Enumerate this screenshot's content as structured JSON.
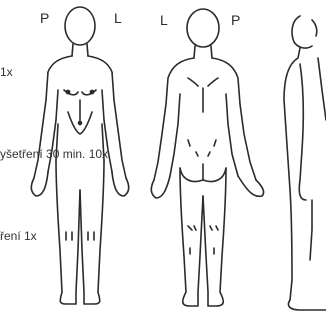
{
  "figure_labels": {
    "front_left": "P",
    "front_right": "L",
    "back_left": "L",
    "back_right": "P"
  },
  "margin_text": {
    "line1": "1x",
    "line2": "yšetření 30 min. 10x",
    "line3": "ření 1x"
  },
  "colors": {
    "background": "#ffffff",
    "ink": "#2b2b2b"
  }
}
